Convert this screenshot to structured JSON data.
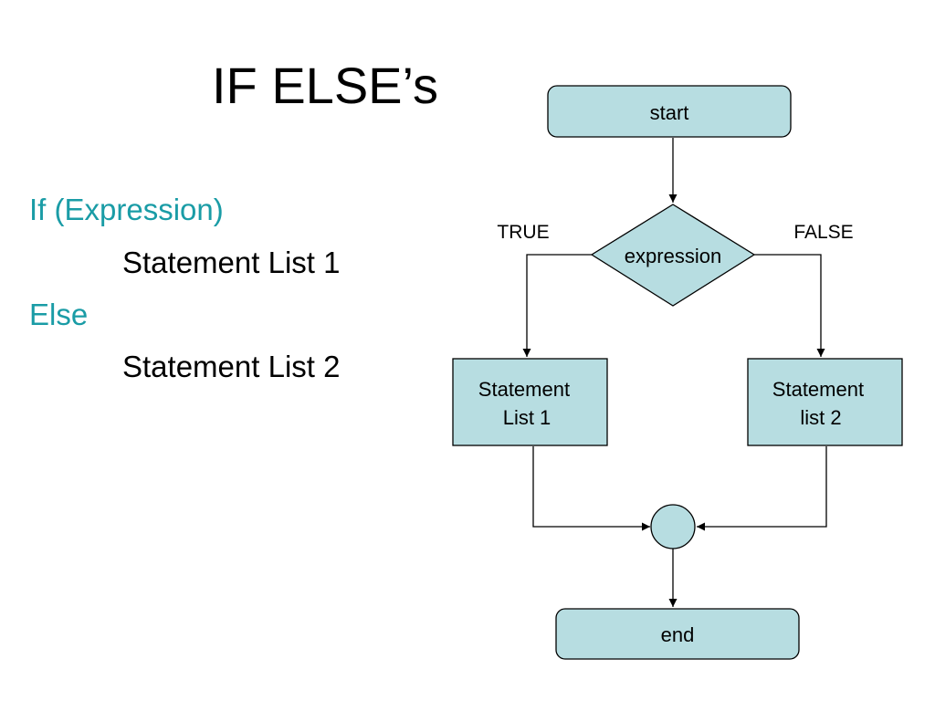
{
  "title": "IF ELSE’s",
  "code": {
    "if_line": "If (Expression)",
    "stmt1": "Statement List 1",
    "else_line": "Else",
    "stmt2": "Statement List 2"
  },
  "flowchart": {
    "start": "start",
    "expression": "expression",
    "true_label": "TRUE",
    "false_label": "FALSE",
    "stmt1_lines": [
      "Statement",
      "List 1"
    ],
    "stmt2_lines": [
      "Statement",
      "list 2"
    ],
    "end": "end"
  },
  "colors": {
    "node_fill": "#b7dde1",
    "stroke": "#000000",
    "keyword": "#1a9ca6"
  }
}
